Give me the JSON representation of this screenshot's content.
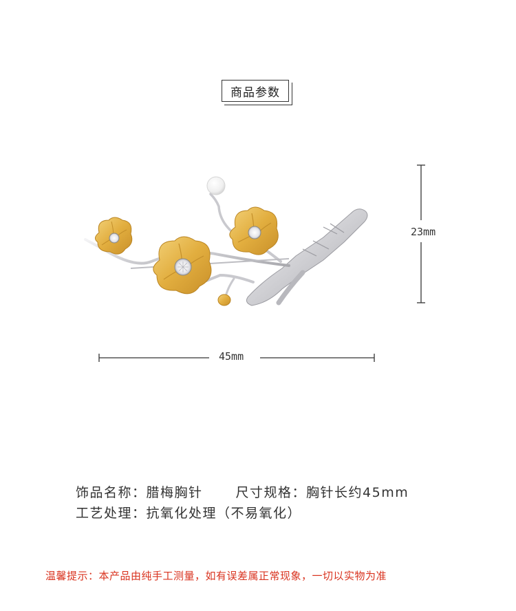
{
  "section_title": "商品参数",
  "dimensions": {
    "height_label": "23mm",
    "width_label": "45mm"
  },
  "specs": {
    "name_label": "饰品名称：",
    "name_value": "腊梅胸针",
    "size_label": "尺寸规格：",
    "size_value": "胸针长约45mm",
    "craft_label": "工艺处理：",
    "craft_value": "抗氧化处理（不易氧化）"
  },
  "notice": "温馨提示：本产品由纯手工测量，如有误差属正常现象，一切以实物为准",
  "colors": {
    "notice_red": "#d9331f",
    "gold": "#e3b343",
    "silver": "#cfcfd2"
  }
}
